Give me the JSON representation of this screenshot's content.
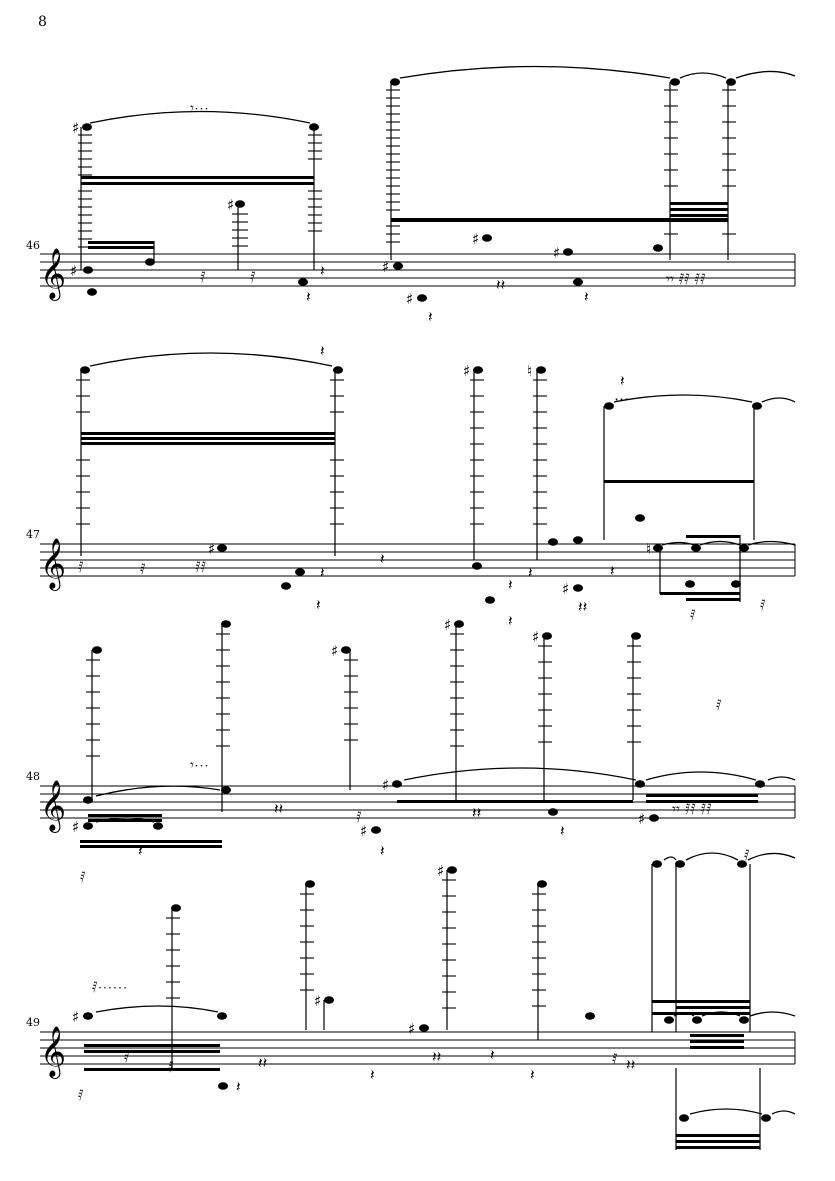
{
  "page": {
    "number": "8"
  },
  "systems": [
    {
      "measure": "46"
    },
    {
      "measure": "47"
    },
    {
      "measure": "48"
    },
    {
      "measure": "49"
    }
  ]
}
